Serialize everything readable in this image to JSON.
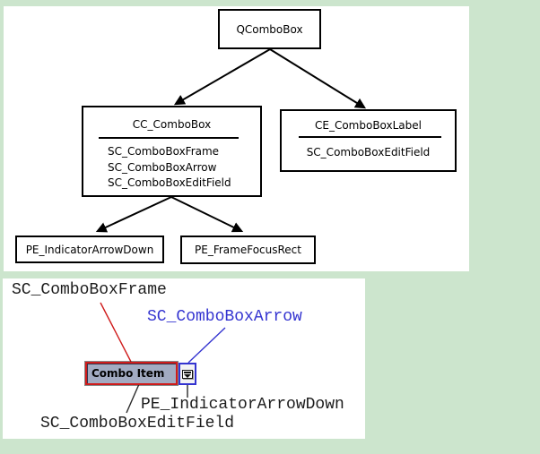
{
  "colors": {
    "background": "#cce5cd",
    "frame_red": "#cf1b1b",
    "arrow_blue": "#3434d0",
    "combo_fill": "#a2abc2"
  },
  "diagram": {
    "root": {
      "title": "QComboBox"
    },
    "cc": {
      "title": "CC_ComboBox",
      "items": [
        "SC_ComboBoxFrame",
        "SC_ComboBoxArrow",
        "SC_ComboBoxEditField"
      ]
    },
    "ce": {
      "title": "CE_ComboBoxLabel",
      "items": [
        "SC_ComboBoxEditField"
      ]
    },
    "pe_indicator": {
      "title": "PE_IndicatorArrowDown"
    },
    "pe_focus": {
      "title": "PE_FrameFocusRect"
    }
  },
  "widget": {
    "labels": {
      "frame": "SC_ComboBoxFrame",
      "arrow": "SC_ComboBoxArrow",
      "indicator": "PE_IndicatorArrowDown",
      "editfield": "SC_ComboBoxEditField"
    },
    "combo_text": "Combo Item",
    "icons": {
      "indicator_arrow": "down-arrow-in-box"
    }
  }
}
